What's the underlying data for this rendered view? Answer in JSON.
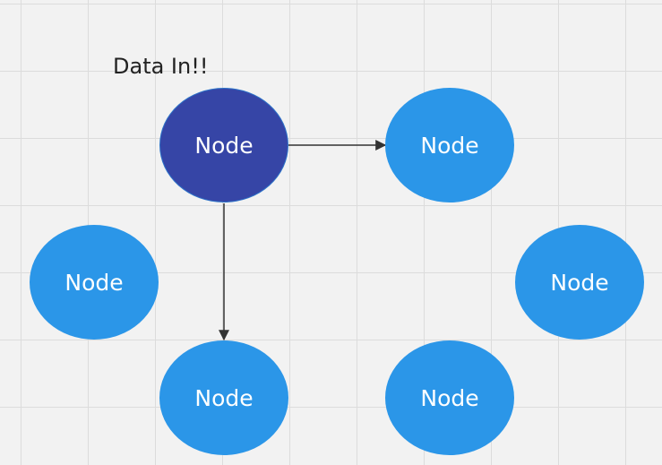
{
  "annotation": "Data In!!",
  "nodes": [
    {
      "id": "n1",
      "label": "Node",
      "style": "dark-blue"
    },
    {
      "id": "n2",
      "label": "Node",
      "style": "light-blue"
    },
    {
      "id": "n3",
      "label": "Node",
      "style": "light-blue"
    },
    {
      "id": "n4",
      "label": "Node",
      "style": "light-blue"
    },
    {
      "id": "n5",
      "label": "Node",
      "style": "light-blue"
    },
    {
      "id": "n6",
      "label": "Node",
      "style": "light-blue"
    }
  ],
  "edges": [
    {
      "from": "n1",
      "to": "n2"
    },
    {
      "from": "n1",
      "to": "n4"
    }
  ],
  "colors": {
    "node_fill": "#2b96e8",
    "selected_node_fill": "#3645a6",
    "edge": "#333333",
    "canvas_background": "#f2f2f2",
    "grid_line": "#dcdcdc"
  }
}
